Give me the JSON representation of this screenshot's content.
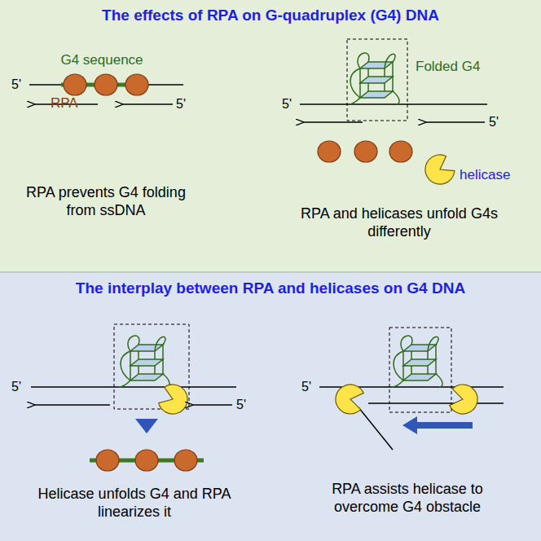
{
  "diagram": {
    "nodes": [
      {
        "text": [
          "The effects of RPA on G-quadruplex (G4)  DNA"
        ]
      },
      {
        "text": [
          "The interplay between RPA and helicases on G4 DNA"
        ]
      }
    ],
    "labels": [
      "5'",
      "G4 sequence",
      "RPA",
      "5'",
      "RPA prevents G4 folding from ssDNA",
      "Folded G4",
      "5'",
      "5'",
      "helicase",
      "RPA and helicases unfold G4s differently",
      "5'",
      "5'",
      "Helicase unfolds G4 and RPA linearizes it",
      "5'",
      "RPA assists helicase to overcome G4 obstacle"
    ]
  }
}
